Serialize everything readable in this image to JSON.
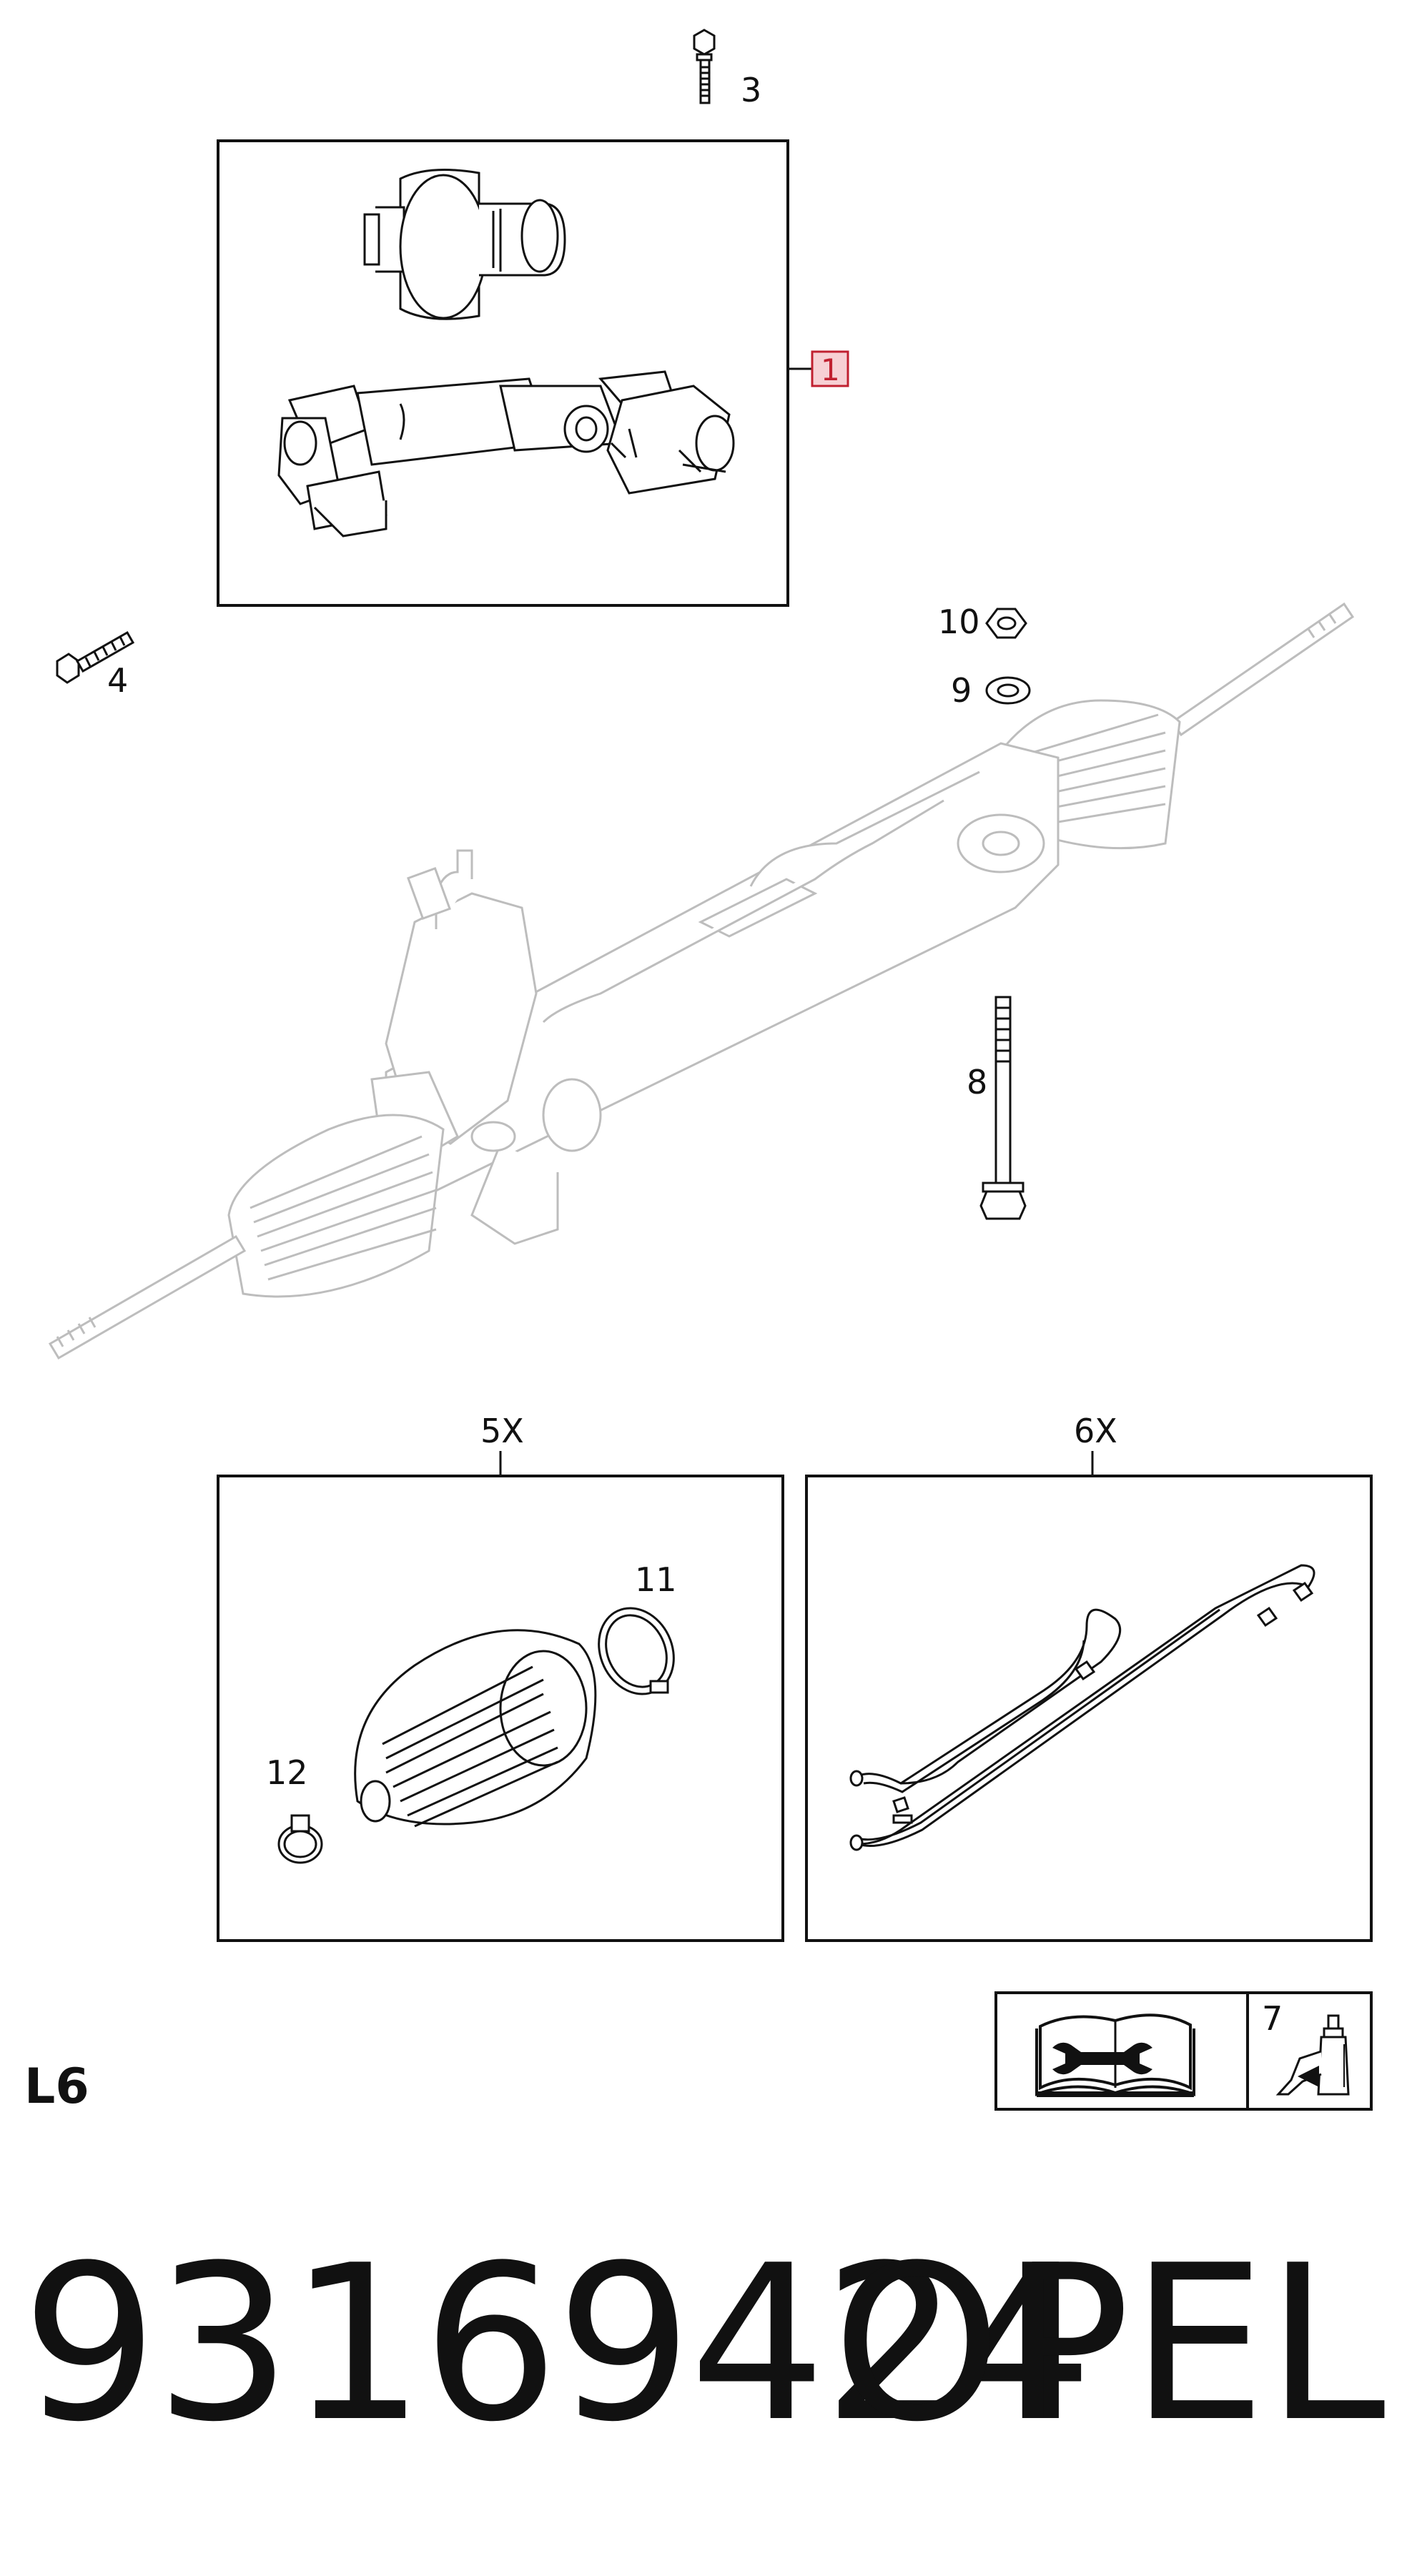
{
  "callouts": {
    "c1": "1",
    "c3": "3",
    "c4": "4",
    "c10": "10",
    "c9": "9",
    "c8": "8",
    "c5x": "5X",
    "c6x": "6X",
    "c11": "11",
    "c12": "12",
    "c7": "7"
  },
  "diagram_code": "L6",
  "part_number": "93169424",
  "brand": "OPEL",
  "colors": {
    "line": "#111111",
    "light_line": "#bdbdbd",
    "highlight_box": "#f7d0d4",
    "highlight_border": "#c02030"
  },
  "icons": [
    "manual-book-wrench-icon",
    "grease-bottle-icon"
  ]
}
